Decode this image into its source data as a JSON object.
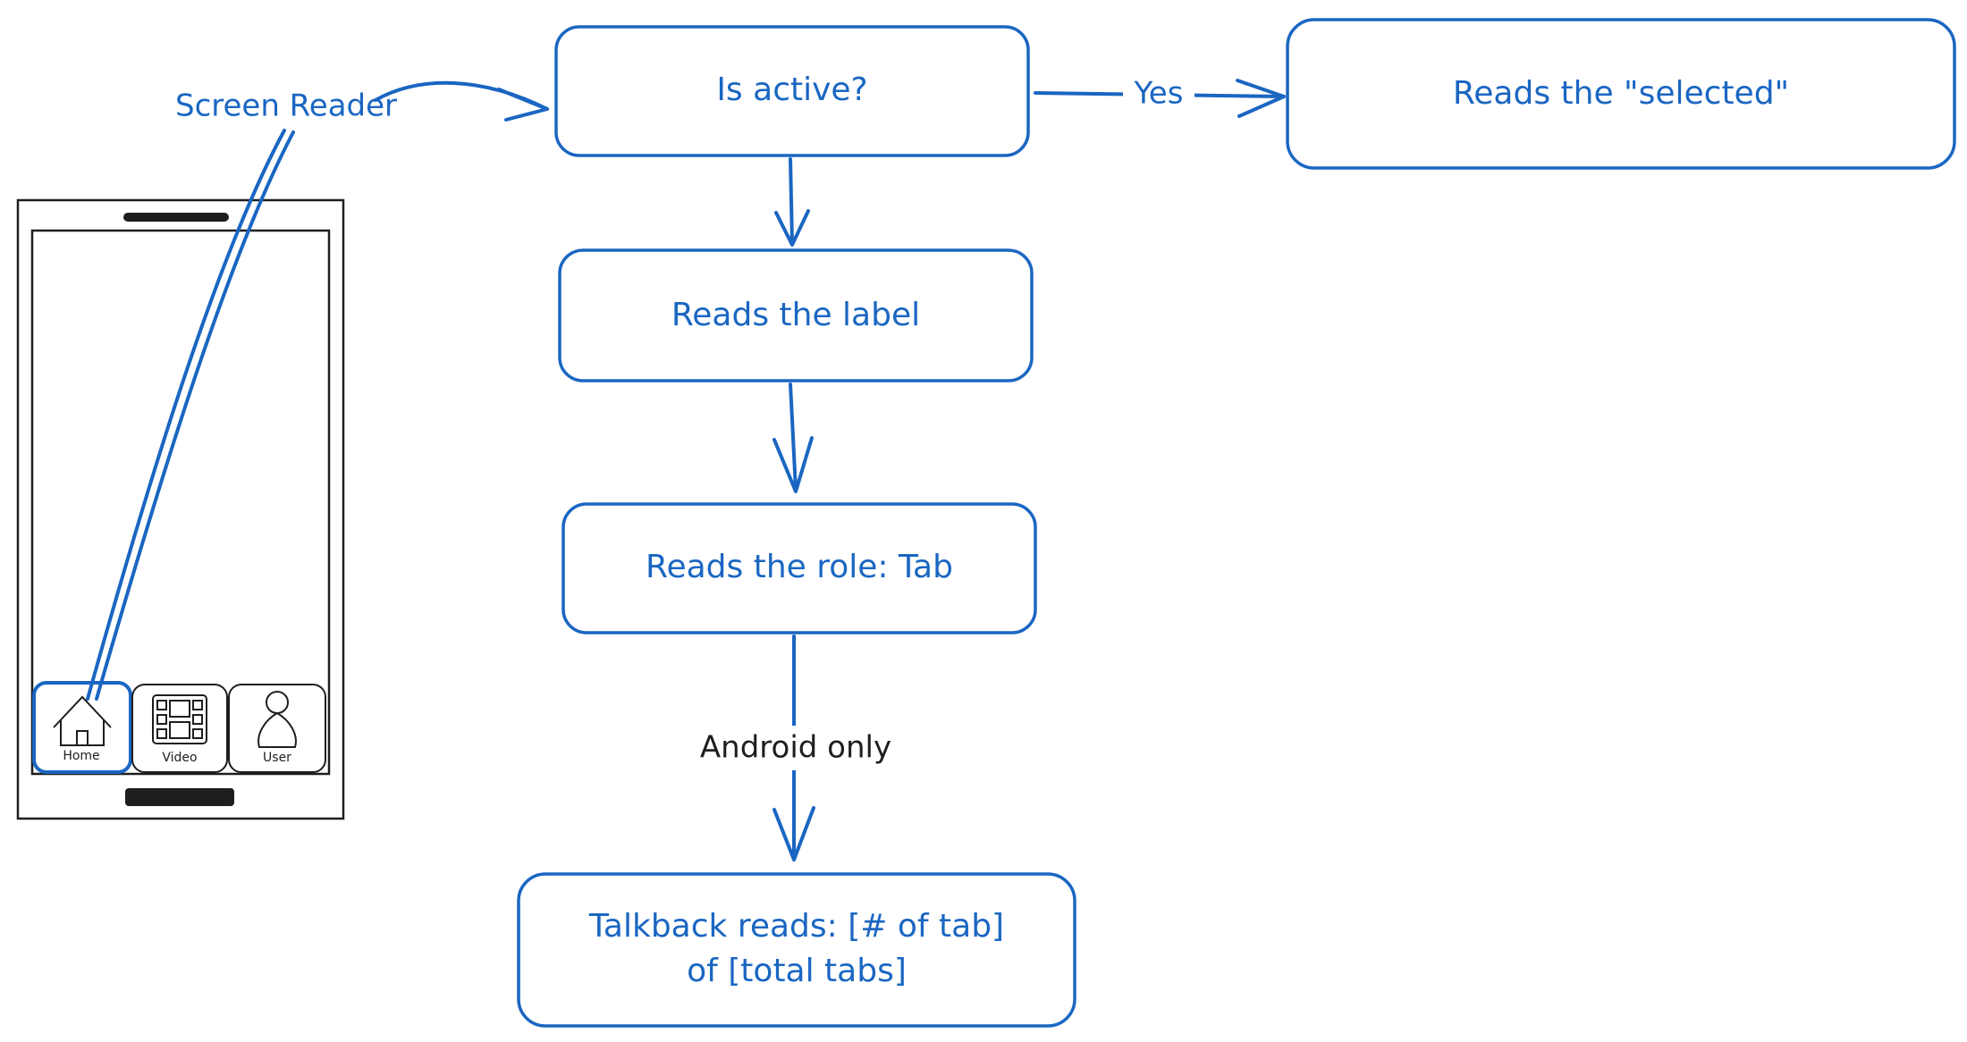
{
  "diagram": {
    "screen_reader_label": "Screen Reader",
    "nodes": {
      "is_active": "Is active?",
      "reads_selected": "Reads the \"selected\"",
      "reads_label": "Reads the label",
      "reads_role": "Reads the role: Tab",
      "talkback_line1": "Talkback reads: [# of tab]",
      "talkback_line2": "of [total tabs]"
    },
    "edges": {
      "yes_label": "Yes",
      "android_label": "Android only"
    },
    "phone": {
      "tabs": [
        {
          "label": "Home",
          "icon": "home-icon",
          "active": true
        },
        {
          "label": "Video",
          "icon": "video-icon",
          "active": false
        },
        {
          "label": "User",
          "icon": "user-icon",
          "active": false
        }
      ]
    },
    "colors": {
      "accent": "#1a66c2",
      "ink": "#1e1e1e"
    }
  }
}
